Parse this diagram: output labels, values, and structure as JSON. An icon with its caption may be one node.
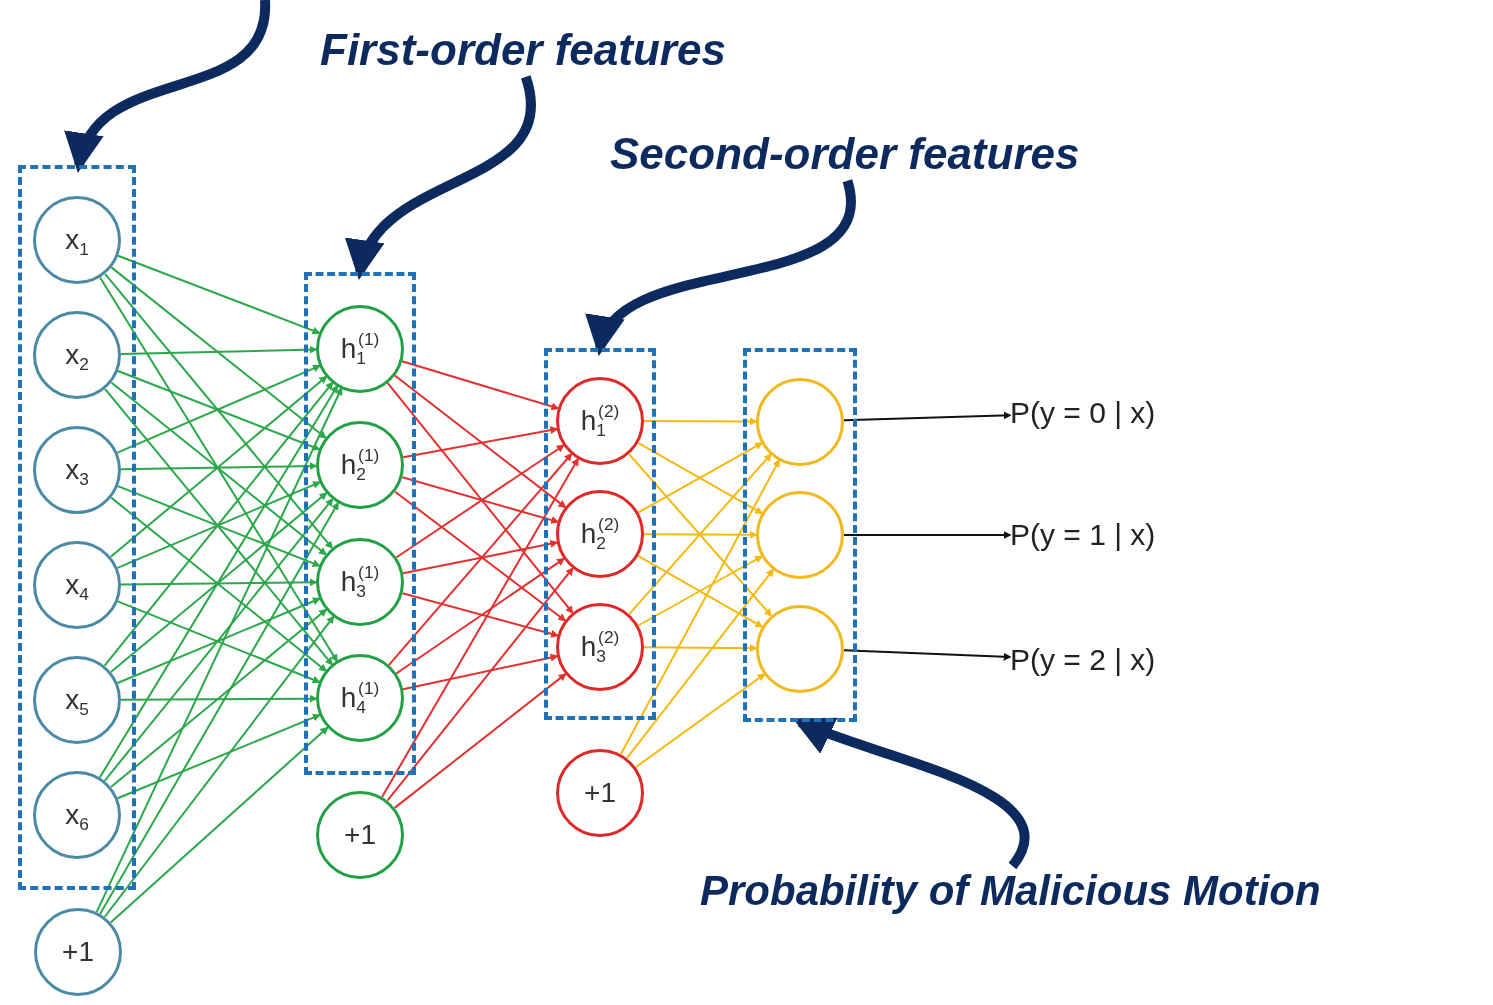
{
  "diagram": {
    "nodes": [
      {
        "text": [],
        "shape": "box"
      },
      {
        "text": [
          "x$_{1}$"
        ],
        "in": 0
      },
      {
        "text": [
          "x$_{2}$"
        ],
        "in": 0
      },
      {
        "text": [
          "x$_{3}$"
        ],
        "in": 0
      },
      {
        "text": [
          "x$_{4}$"
        ],
        "in": 0
      },
      {
        "text": [
          "x$_{5}$"
        ],
        "in": 0
      },
      {
        "text": [
          "x$_{6}$"
        ],
        "in": 0
      },
      {
        "text": [
          "+1"
        ]
      },
      {
        "text": [],
        "shape": "box"
      },
      {
        "text": [
          "h$_{1}$$^{(1)}$"
        ],
        "in": 8
      },
      {
        "text": [
          "h$_{2}$$^{(1)}$"
        ],
        "in": 8
      },
      {
        "text": [
          "h$_{3}$$^{(1)}$"
        ],
        "in": 8
      },
      {
        "text": [
          "h$_{4}$$^{(1)}$"
        ],
        "in": 8
      },
      {
        "text": [
          "+1"
        ]
      },
      {
        "text": [],
        "shape": "box"
      },
      {
        "text": [
          "h$_{1}$$^{(2)}$"
        ],
        "in": 14
      },
      {
        "text": [
          "h$_{2}$$^{(2)}$"
        ],
        "in": 14
      },
      {
        "text": [
          "h$_{3}$$^{(2)}$"
        ],
        "in": 14
      },
      {
        "text": [
          "+1"
        ]
      },
      {
        "text": [],
        "shape": "box"
      },
      {
        "text": [],
        "shape": "circle",
        "in": 19
      },
      {
        "text": [],
        "shape": "circle",
        "in": 19
      },
      {
        "text": [],
        "shape": "circle",
        "in": 19
      },
      {
        "text": [
          "P(y = 0 | x)"
        ]
      },
      {
        "text": [
          "P(y = 1 | x)"
        ]
      },
      {
        "text": [
          "P(y = 2 | x)"
        ]
      },
      {
        "text": [
          "First-order features"
        ]
      },
      {
        "text": [
          "Second-order features"
        ]
      },
      {
        "text": [
          "Probability of Malicious Motion"
        ]
      }
    ],
    "edges": [
      {
        "from": null,
        "to": 0,
        "arrow": "to",
        "style": "thick",
        "color": "#0d2a5e"
      },
      {
        "from": 26,
        "to": 8,
        "arrow": "to",
        "style": "thick",
        "color": "#0d2a5e"
      },
      {
        "from": 27,
        "to": 14,
        "arrow": "to",
        "style": "thick",
        "color": "#0d2a5e"
      },
      {
        "from": 28,
        "to": 19,
        "arrow": "to",
        "style": "thick",
        "color": "#0d2a5e"
      },
      {
        "from": 1,
        "to": 9,
        "arrow": "to"
      },
      {
        "from": 1,
        "to": 10,
        "arrow": "to"
      },
      {
        "from": 1,
        "to": 11,
        "arrow": "to"
      },
      {
        "from": 1,
        "to": 12,
        "arrow": "to"
      },
      {
        "from": 2,
        "to": 9,
        "arrow": "to"
      },
      {
        "from": 2,
        "to": 10,
        "arrow": "to"
      },
      {
        "from": 2,
        "to": 11,
        "arrow": "to"
      },
      {
        "from": 2,
        "to": 12,
        "arrow": "to"
      },
      {
        "from": 3,
        "to": 9,
        "arrow": "to"
      },
      {
        "from": 3,
        "to": 10,
        "arrow": "to"
      },
      {
        "from": 3,
        "to": 11,
        "arrow": "to"
      },
      {
        "from": 3,
        "to": 12,
        "arrow": "to"
      },
      {
        "from": 4,
        "to": 9,
        "arrow": "to"
      },
      {
        "from": 4,
        "to": 10,
        "arrow": "to"
      },
      {
        "from": 4,
        "to": 11,
        "arrow": "to"
      },
      {
        "from": 4,
        "to": 12,
        "arrow": "to"
      },
      {
        "from": 5,
        "to": 9,
        "arrow": "to"
      },
      {
        "from": 5,
        "to": 10,
        "arrow": "to"
      },
      {
        "from": 5,
        "to": 11,
        "arrow": "to"
      },
      {
        "from": 5,
        "to": 12,
        "arrow": "to"
      },
      {
        "from": 6,
        "to": 9,
        "arrow": "to"
      },
      {
        "from": 6,
        "to": 10,
        "arrow": "to"
      },
      {
        "from": 6,
        "to": 11,
        "arrow": "to"
      },
      {
        "from": 6,
        "to": 12,
        "arrow": "to"
      },
      {
        "from": 7,
        "to": 9,
        "arrow": "to"
      },
      {
        "from": 7,
        "to": 10,
        "arrow": "to"
      },
      {
        "from": 7,
        "to": 11,
        "arrow": "to"
      },
      {
        "from": 7,
        "to": 12,
        "arrow": "to"
      },
      {
        "from": 9,
        "to": 15,
        "arrow": "to",
        "color": "#e53030"
      },
      {
        "from": 9,
        "to": 16,
        "arrow": "to",
        "color": "#e53030"
      },
      {
        "from": 9,
        "to": 17,
        "arrow": "to",
        "color": "#e53030"
      },
      {
        "from": 10,
        "to": 15,
        "arrow": "to",
        "color": "#e53030"
      },
      {
        "from": 10,
        "to": 16,
        "arrow": "to",
        "color": "#e53030"
      },
      {
        "from": 10,
        "to": 17,
        "arrow": "to",
        "color": "#e53030"
      },
      {
        "from": 11,
        "to": 15,
        "arrow": "to",
        "color": "#e53030"
      },
      {
        "from": 11,
        "to": 16,
        "arrow": "to",
        "color": "#e53030"
      },
      {
        "from": 11,
        "to": 17,
        "arrow": "to",
        "color": "#e53030"
      },
      {
        "from": 12,
        "to": 15,
        "arrow": "to",
        "color": "#e53030"
      },
      {
        "from": 12,
        "to": 16,
        "arrow": "to",
        "color": "#e53030"
      },
      {
        "from": 12,
        "to": 17,
        "arrow": "to",
        "color": "#e53030"
      },
      {
        "from": 13,
        "to": 15,
        "arrow": "to",
        "color": "#e53030"
      },
      {
        "from": 13,
        "to": 16,
        "arrow": "to",
        "color": "#e53030"
      },
      {
        "from": 13,
        "to": 17,
        "arrow": "to",
        "color": "#e53030"
      },
      {
        "from": 15,
        "to": 20,
        "arrow": "to",
        "color": "#f5b90f"
      },
      {
        "from": 15,
        "to": 21,
        "arrow": "to",
        "color": "#f5b90f"
      },
      {
        "from": 15,
        "to": 22,
        "arrow": "to",
        "color": "#f5b90f"
      },
      {
        "from": 16,
        "to": 20,
        "arrow": "to",
        "color": "#f5b90f"
      },
      {
        "from": 16,
        "to": 21,
        "arrow": "to",
        "color": "#f5b90f"
      },
      {
        "from": 16,
        "to": 22,
        "arrow": "to",
        "color": "#f5b90f"
      },
      {
        "from": 17,
        "to": 20,
        "arrow": "to",
        "color": "#f5b90f"
      },
      {
        "from": 17,
        "to": 21,
        "arrow": "to",
        "color": "#f5b90f"
      },
      {
        "from": 17,
        "to": 22,
        "arrow": "to",
        "color": "#f5b90f"
      },
      {
        "from": 18,
        "to": 20,
        "arrow": "to",
        "color": "#f5b90f"
      },
      {
        "from": 18,
        "to": 21,
        "arrow": "to",
        "color": "#f5b90f"
      },
      {
        "from": 18,
        "to": 22,
        "arrow": "to",
        "color": "#f5b90f"
      },
      {
        "from": 20,
        "to": 23,
        "arrow": "to",
        "color": "#111111"
      },
      {
        "from": 21,
        "to": 24,
        "arrow": "to",
        "color": "#111111"
      },
      {
        "from": 22,
        "to": 25,
        "arrow": "to",
        "color": "#111111"
      }
    ]
  }
}
